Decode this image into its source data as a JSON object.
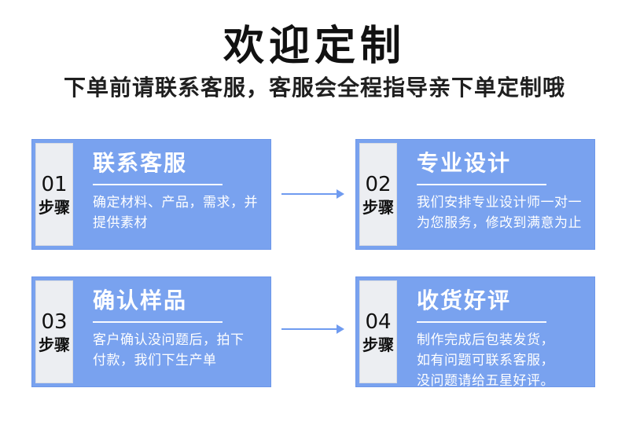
{
  "header": {
    "title": "欢迎定制",
    "subtitle": "下单前请联系客服，客服会全程指导亲下单定制哦"
  },
  "colors": {
    "card_blue": "#79a2ef",
    "card_border_blue": "#6d97ea",
    "side_panel_gray": "#eceef2",
    "arrow_blue": "#6f9bf0",
    "title_black": "#111111",
    "card_text_white": "#ffffff"
  },
  "steps": [
    {
      "number": "01",
      "step_label": "步骤",
      "title": "联系客服",
      "desc_lines": [
        "确定材料、产品，需求，并",
        "提供素材"
      ]
    },
    {
      "number": "02",
      "step_label": "步骤",
      "title": "专业设计",
      "desc_lines": [
        "我们安排专业设计师一对一",
        "为您服务，修改到满意为止"
      ]
    },
    {
      "number": "03",
      "step_label": "步骤",
      "title": "确认样品",
      "desc_lines": [
        "客户确认没问题后，拍下",
        "付款，我们下生产单"
      ]
    },
    {
      "number": "04",
      "step_label": "步骤",
      "title": "收货好评",
      "desc_lines": [
        "制作完成后包装发货，",
        "如有问题可联系客服，",
        "没问题请给五星好评。"
      ]
    }
  ],
  "arrows": [
    {
      "icon": "right-arrow"
    },
    {
      "icon": "right-arrow"
    }
  ]
}
